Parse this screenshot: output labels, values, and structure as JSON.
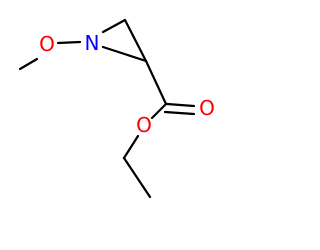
{
  "molecule": {
    "atoms": {
      "methoxy_oxygen": {
        "label": "O",
        "color": "#ff0000"
      },
      "ring_nitrogen": {
        "label": "N",
        "color": "#0000ff"
      },
      "carbonyl_oxygen": {
        "label": "O",
        "color": "#ff0000"
      },
      "ester_oxygen": {
        "label": "O",
        "color": "#ff0000"
      }
    },
    "bond_color": "#000000"
  }
}
